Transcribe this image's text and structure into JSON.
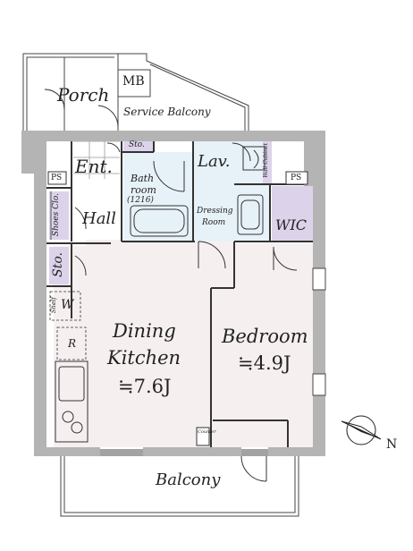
{
  "rooms": {
    "porch": "Porch",
    "mb": "MB",
    "service_balcony": "Service Balcony",
    "entrance": "Ent.",
    "storage_top": "Sto.",
    "lavatory": "Lav.",
    "wall_cabinet": "Wall Cabinet",
    "ps_left": "PS",
    "ps_right": "PS",
    "bathroom_line1": "Bath",
    "bathroom_line2": "room",
    "bathroom_size": "(1216)",
    "dressing_line1": "Dressing",
    "dressing_line2": "Room",
    "wic": "WIC",
    "shoes_closet": "Shoes Clo.",
    "hall": "Hall",
    "storage_left": "Sto.",
    "shelf": "Shelf",
    "washer": "W",
    "refrigerator": "R",
    "dining_line1": "Dining",
    "dining_line2": "Kitchen",
    "dining_area": "≒7.6J",
    "bedroom": "Bedroom",
    "bedroom_area": "≒4.9J",
    "counter": "Counter",
    "balcony": "Balcony",
    "compass_north": "N"
  },
  "colors": {
    "wall": "#b4b4b4",
    "dining_floor": "#f6eff0",
    "bedroom_floor": "#f6eff0",
    "wet_floor": "#e7f1f8",
    "storage_fill": "#dcd3ea",
    "line": "#333333"
  }
}
